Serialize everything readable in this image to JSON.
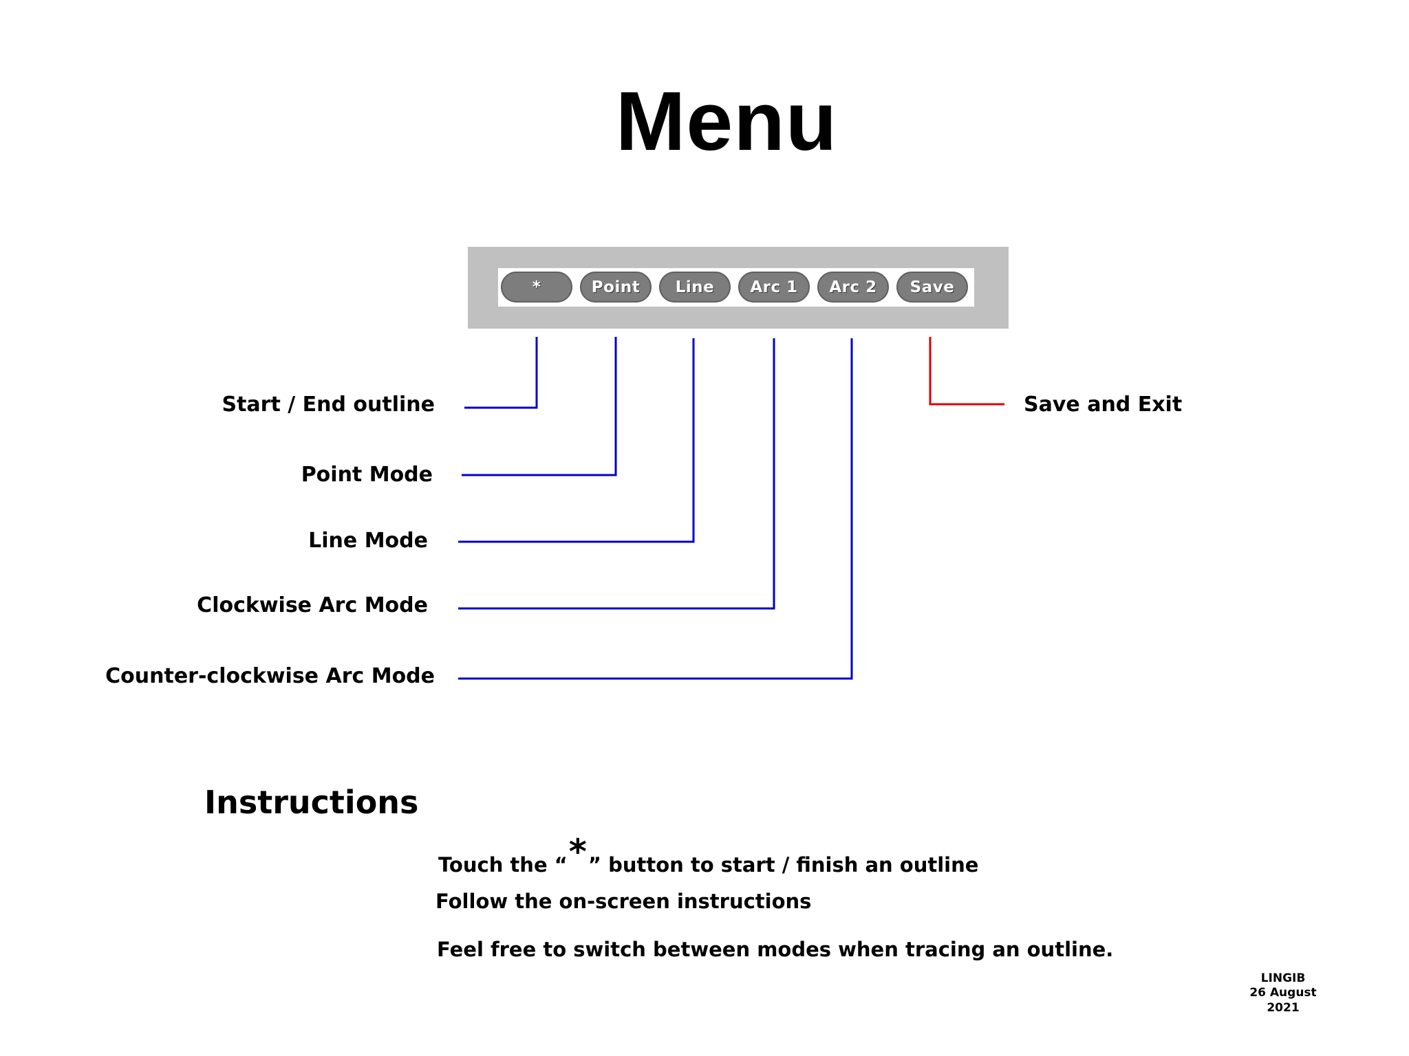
{
  "title": "Menu",
  "menu": {
    "buttons": [
      {
        "label": "*"
      },
      {
        "label": "Point"
      },
      {
        "label": "Line"
      },
      {
        "label": "Arc 1"
      },
      {
        "label": "Arc 2"
      },
      {
        "label": "Save"
      }
    ]
  },
  "callouts": {
    "start_end": "Start / End outline",
    "point_mode": "Point Mode",
    "line_mode": "Line Mode",
    "cw_arc": "Clockwise Arc Mode",
    "ccw_arc": "Counter-clockwise Arc Mode",
    "save_exit": "Save and Exit"
  },
  "instructions": {
    "heading": "Instructions",
    "line1_before": "Touch the “",
    "line1_star": "*",
    "line1_after": "” button to start / finish an outline",
    "line2": "Follow the on-screen instructions",
    "line3": "Feel free to switch between modes when tracing an outline."
  },
  "footer": {
    "author": "LINGIB",
    "date": "26 August 2021"
  },
  "colors": {
    "connector_blue": "#0000cc",
    "connector_red": "#dd0000",
    "panel_gray": "#c0c0c0",
    "button_gray": "#7d7d7d"
  }
}
